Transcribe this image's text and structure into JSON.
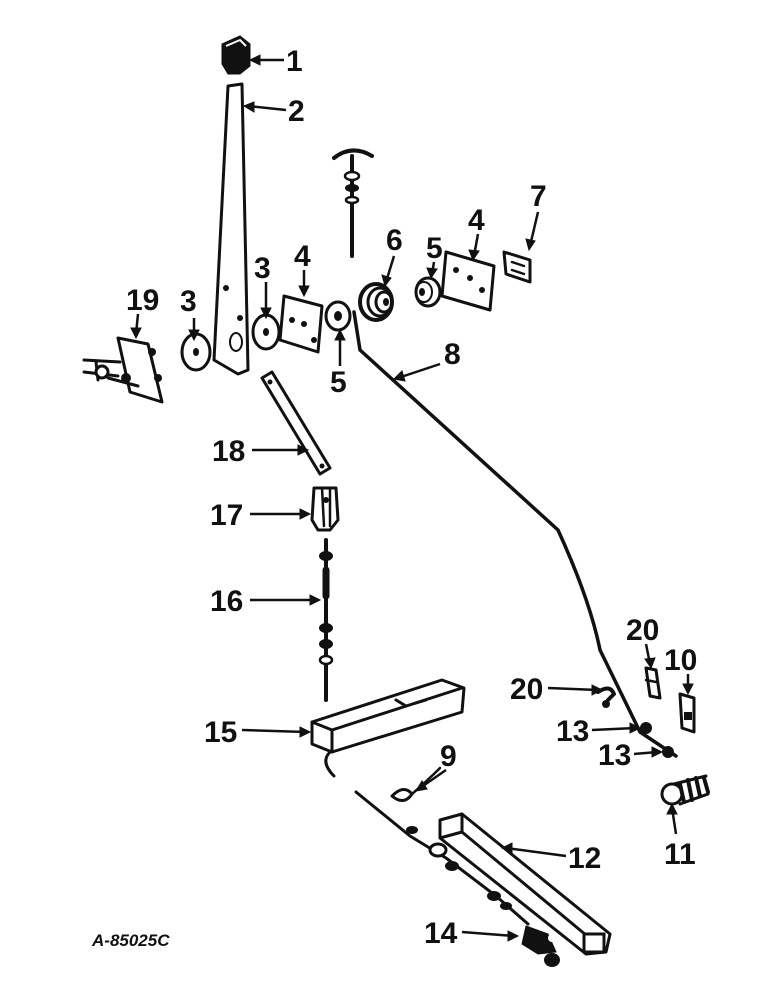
{
  "diagram": {
    "drawing_number": "A-85025C",
    "callouts": [
      {
        "id": "c1",
        "label": "1"
      },
      {
        "id": "c2",
        "label": "2"
      },
      {
        "id": "c3a",
        "label": "3"
      },
      {
        "id": "c3b",
        "label": "3"
      },
      {
        "id": "c4a",
        "label": "4"
      },
      {
        "id": "c4b",
        "label": "4"
      },
      {
        "id": "c5a",
        "label": "5"
      },
      {
        "id": "c5b",
        "label": "5"
      },
      {
        "id": "c6",
        "label": "6"
      },
      {
        "id": "c7",
        "label": "7"
      },
      {
        "id": "c8",
        "label": "8"
      },
      {
        "id": "c9",
        "label": "9"
      },
      {
        "id": "c10",
        "label": "10"
      },
      {
        "id": "c11",
        "label": "11"
      },
      {
        "id": "c12",
        "label": "12"
      },
      {
        "id": "c13a",
        "label": "13"
      },
      {
        "id": "c13b",
        "label": "13"
      },
      {
        "id": "c14",
        "label": "14"
      },
      {
        "id": "c15",
        "label": "15"
      },
      {
        "id": "c16",
        "label": "16"
      },
      {
        "id": "c17",
        "label": "17"
      },
      {
        "id": "c18",
        "label": "18"
      },
      {
        "id": "c19",
        "label": "19"
      },
      {
        "id": "c20a",
        "label": "20"
      },
      {
        "id": "c20b",
        "label": "20"
      }
    ]
  }
}
